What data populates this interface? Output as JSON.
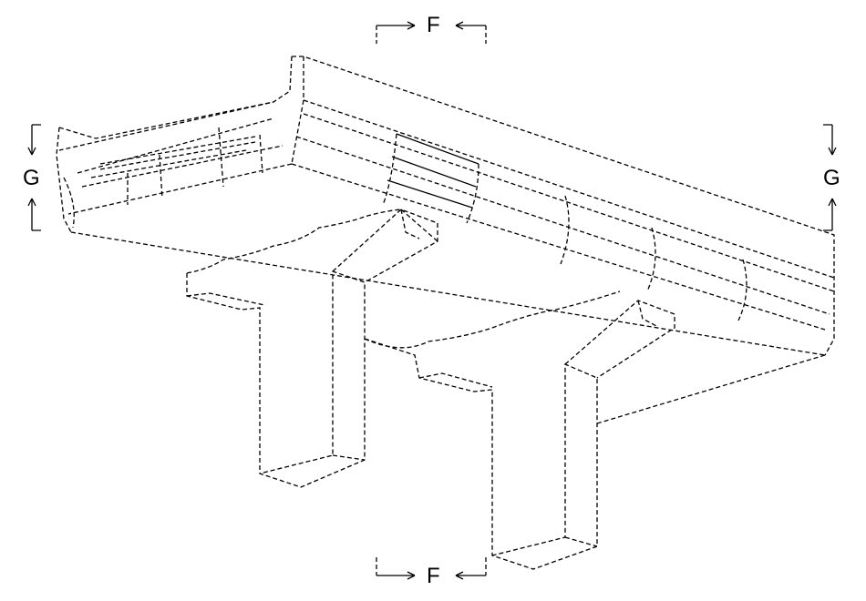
{
  "figure": {
    "section_top_label": "F",
    "section_bottom_label": "F",
    "section_left_label": "G",
    "section_right_label": "G"
  }
}
